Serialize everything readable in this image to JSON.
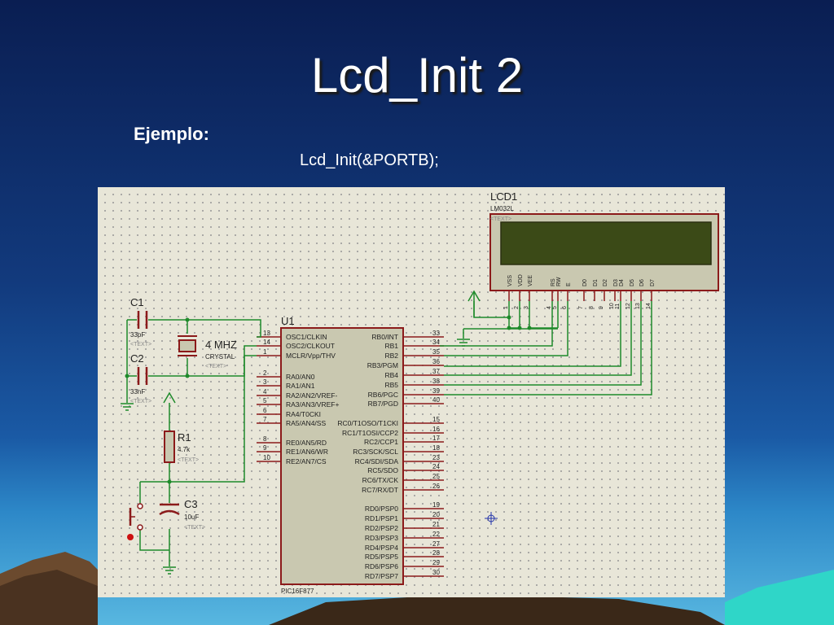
{
  "slide": {
    "title": "Lcd_Init 2",
    "example_label": "Ejemplo:",
    "code": "Lcd_Init(&PORTB);"
  },
  "colors": {
    "wire": "#1e8a2a",
    "component": "#8b1a1a",
    "chip_fill": "#c9c8b0",
    "lcd_screen": "#3b4a17",
    "lcd_body": "#c9c8b0"
  },
  "schematic": {
    "lcd": {
      "ref": "LCD1",
      "part": "LM032L",
      "text_tag": "<TEXT>",
      "pins": [
        {
          "name": "VSS",
          "num": "1"
        },
        {
          "name": "VDD",
          "num": "2"
        },
        {
          "name": "VEE",
          "num": "3"
        },
        {
          "name": "RS",
          "num": "4"
        },
        {
          "name": "RW",
          "num": "5"
        },
        {
          "name": "E",
          "num": "6"
        },
        {
          "name": "D0",
          "num": "7"
        },
        {
          "name": "D1",
          "num": "8"
        },
        {
          "name": "D2",
          "num": "9"
        },
        {
          "name": "D3",
          "num": "10"
        },
        {
          "name": "D4",
          "num": "11"
        },
        {
          "name": "D5",
          "num": "12"
        },
        {
          "name": "D6",
          "num": "13"
        },
        {
          "name": "D7",
          "num": "14"
        }
      ]
    },
    "mcu": {
      "ref": "U1",
      "part": "PIC16F877",
      "left_pins": [
        {
          "num": "13",
          "name": "OSC1/CLKIN"
        },
        {
          "num": "14",
          "name": "OSC2/CLKOUT"
        },
        {
          "num": "1",
          "name": "MCLR/Vpp/THV"
        },
        {
          "num": "2",
          "name": "RA0/AN0"
        },
        {
          "num": "3",
          "name": "RA1/AN1"
        },
        {
          "num": "4",
          "name": "RA2/AN2/VREF-"
        },
        {
          "num": "5",
          "name": "RA3/AN3/VREF+"
        },
        {
          "num": "6",
          "name": "RA4/T0CKI"
        },
        {
          "num": "7",
          "name": "RA5/AN4/SS"
        },
        {
          "num": "8",
          "name": "RE0/AN5/RD"
        },
        {
          "num": "9",
          "name": "RE1/AN6/WR"
        },
        {
          "num": "10",
          "name": "RE2/AN7/CS"
        }
      ],
      "right_pins": [
        {
          "num": "33",
          "name": "RB0/INT"
        },
        {
          "num": "34",
          "name": "RB1"
        },
        {
          "num": "35",
          "name": "RB2"
        },
        {
          "num": "36",
          "name": "RB3/PGM"
        },
        {
          "num": "37",
          "name": "RB4"
        },
        {
          "num": "38",
          "name": "RB5"
        },
        {
          "num": "39",
          "name": "RB6/PGC"
        },
        {
          "num": "40",
          "name": "RB7/PGD"
        },
        {
          "num": "15",
          "name": "RC0/T1OSO/T1CKI"
        },
        {
          "num": "16",
          "name": "RC1/T1OSI/CCP2"
        },
        {
          "num": "17",
          "name": "RC2/CCP1"
        },
        {
          "num": "18",
          "name": "RC3/SCK/SCL"
        },
        {
          "num": "23",
          "name": "RC4/SDI/SDA"
        },
        {
          "num": "24",
          "name": "RC5/SDO"
        },
        {
          "num": "25",
          "name": "RC6/TX/CK"
        },
        {
          "num": "26",
          "name": "RC7/RX/DT"
        },
        {
          "num": "19",
          "name": "RD0/PSP0"
        },
        {
          "num": "20",
          "name": "RD1/PSP1"
        },
        {
          "num": "21",
          "name": "RD2/PSP2"
        },
        {
          "num": "22",
          "name": "RD3/PSP3"
        },
        {
          "num": "27",
          "name": "RD4/PSP4"
        },
        {
          "num": "28",
          "name": "RD5/PSP5"
        },
        {
          "num": "29",
          "name": "RD6/PSP6"
        },
        {
          "num": "30",
          "name": "RD7/PSP7"
        }
      ]
    },
    "c1": {
      "ref": "C1",
      "value": "33pF",
      "text_tag": "<TEXT>"
    },
    "c2": {
      "ref": "C2",
      "value": "33nF",
      "text_tag": "<TEXT>"
    },
    "crystal": {
      "ref": "4 MHZ",
      "part": "CRYSTAL",
      "text_tag": "<TEXT>"
    },
    "r1": {
      "ref": "R1",
      "value": "4.7k",
      "text_tag": "<TEXT>"
    },
    "c3": {
      "ref": "C3",
      "value": "10uF",
      "text_tag": "<TEXT>"
    }
  }
}
